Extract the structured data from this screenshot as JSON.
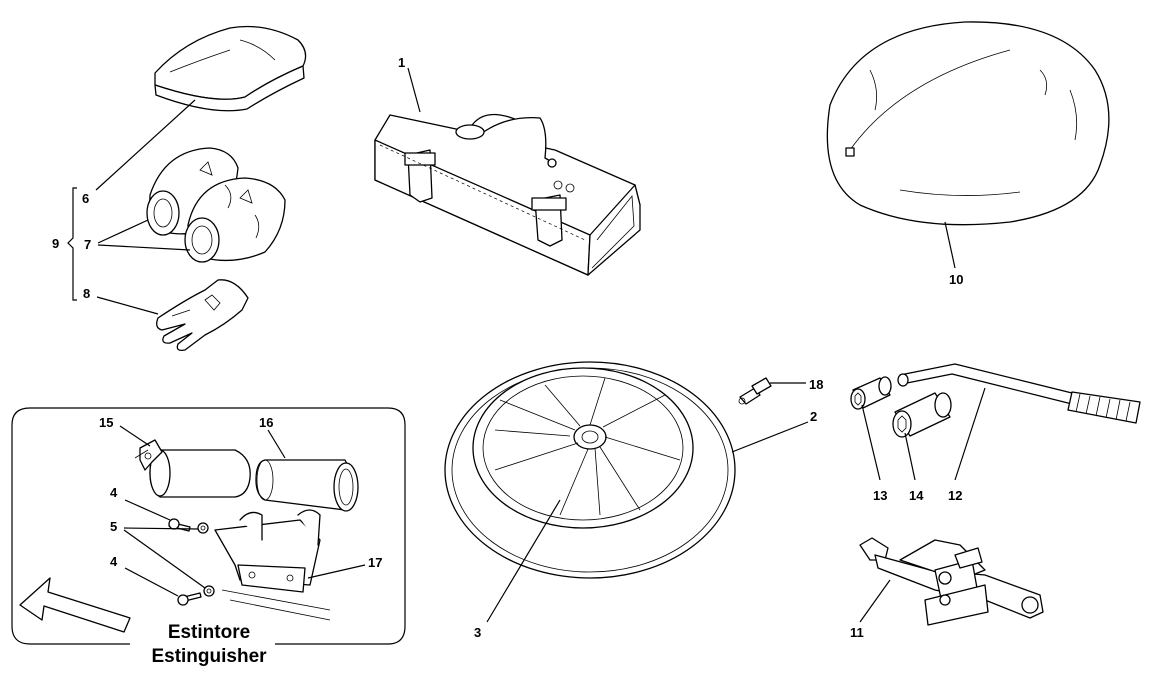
{
  "callouts": {
    "c1": "1",
    "c2": "2",
    "c3": "3",
    "c4a": "4",
    "c4b": "4",
    "c5": "5",
    "c6": "6",
    "c7": "7",
    "c8": "8",
    "c9": "9",
    "c10": "10",
    "c11": "11",
    "c12": "12",
    "c13": "13",
    "c14": "14",
    "c15": "15",
    "c16": "16",
    "c17": "17",
    "c18": "18"
  },
  "inset": {
    "caption_line1": "Estintore",
    "caption_line2": "Estinguisher"
  }
}
